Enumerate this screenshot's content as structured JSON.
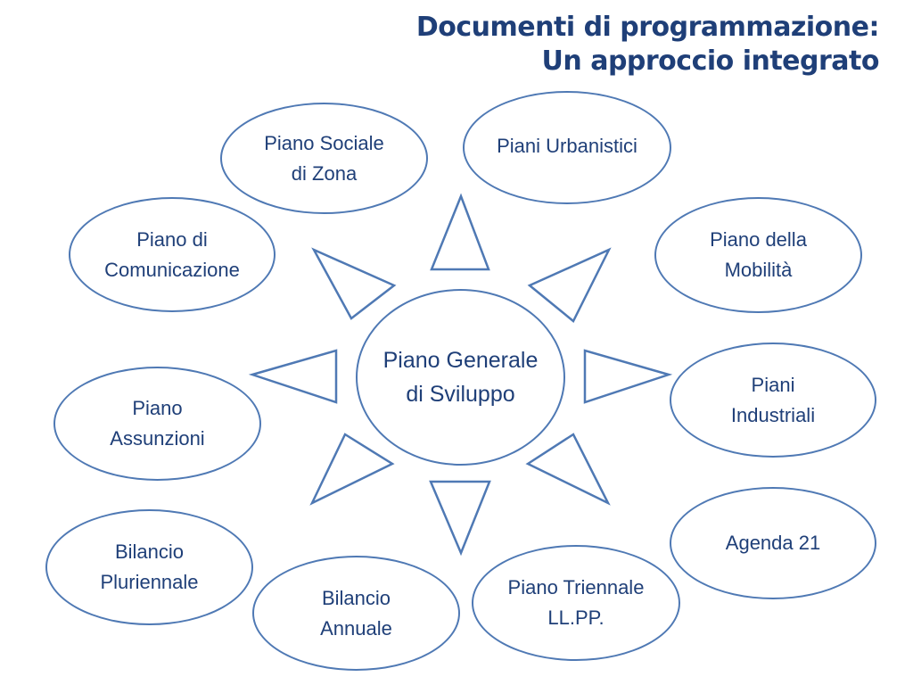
{
  "title": {
    "line1": "Documenti di programmazione:",
    "line2": "Un approccio integrato"
  },
  "center": {
    "lines": [
      "Piano Generale",
      "di Sviluppo"
    ]
  },
  "nodes": [
    {
      "id": "piano-sociale-di-zona",
      "lines": [
        "Piano Sociale",
        "di Zona"
      ]
    },
    {
      "id": "piani-urbanistici",
      "lines": [
        "Piani Urbanistici"
      ]
    },
    {
      "id": "piano-di-comunicazione",
      "lines": [
        "Piano di",
        "Comunicazione"
      ]
    },
    {
      "id": "piano-della-mobilita",
      "lines": [
        "Piano della",
        "Mobilità"
      ]
    },
    {
      "id": "piani-industriali",
      "lines": [
        "Piani",
        "Industriali"
      ]
    },
    {
      "id": "piano-assunzioni",
      "lines": [
        "Piano",
        "Assunzioni"
      ]
    },
    {
      "id": "agenda-21",
      "lines": [
        "Agenda 21"
      ]
    },
    {
      "id": "bilancio-pluriennale",
      "lines": [
        "Bilancio",
        "Pluriennale"
      ]
    },
    {
      "id": "bilancio-annuale",
      "lines": [
        "Bilancio",
        "Annuale"
      ]
    },
    {
      "id": "piano-triennale-llpp",
      "lines": [
        "Piano Triennale",
        "LL.PP."
      ]
    }
  ],
  "colors": {
    "title": "#1f3f78",
    "stroke": "#4f79b4",
    "text": "#1f3f78"
  }
}
